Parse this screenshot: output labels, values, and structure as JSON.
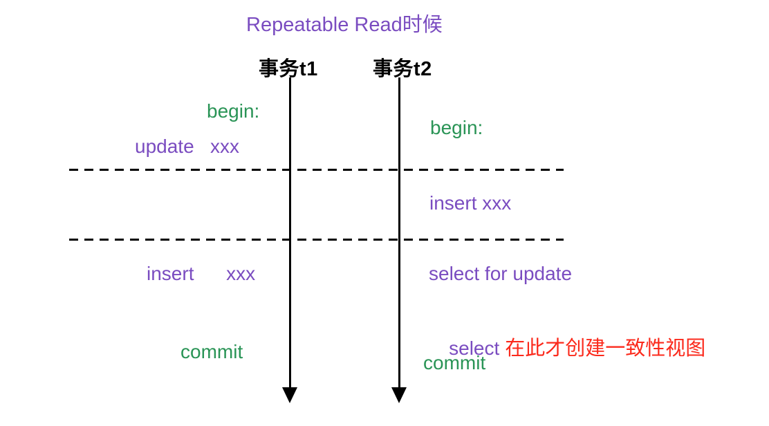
{
  "diagram": {
    "title": "Repeatable Read时候",
    "columns": {
      "t1": "事务t1",
      "t2": "事务t2"
    },
    "t1": {
      "begin": "begin:",
      "update": "update   xxx",
      "insert": "insert      xxx",
      "commit": "commit"
    },
    "t2": {
      "begin": "begin:",
      "insert": "insert xxx",
      "select_for_update": "select for update",
      "select": "select",
      "select_note": "在此才创建一致性视图",
      "commit": "commit"
    },
    "colors": {
      "purple": "#7a4cc0",
      "green": "#2a9456",
      "red": "#fb2a1c",
      "line": "#000000"
    }
  }
}
